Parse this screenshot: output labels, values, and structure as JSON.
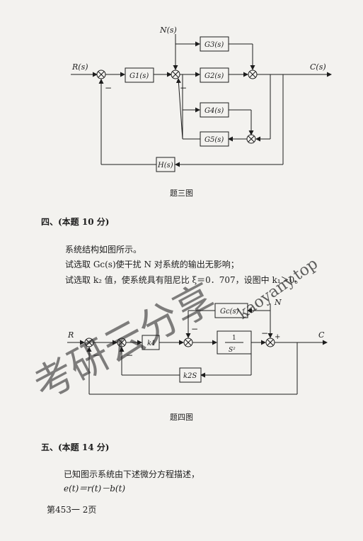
{
  "fig3": {
    "input": "R(s)",
    "output": "C(s)",
    "disturbance": "N(s)",
    "blocks": {
      "g1": "G1(s)",
      "g2": "G2(s)",
      "g3": "G3(s)",
      "g4": "G4(s)",
      "g5": "G5(s)",
      "h": "H(s)"
    },
    "minus": "−",
    "caption": "题三图"
  },
  "section4": {
    "heading": "四、(本题 10 分)",
    "line1": "系统结构如图所示。",
    "line2": "试选取 Gc(s)使干扰 N 对系统的输出无影响；",
    "line3": "试选取 k₂ 值，使系统具有阻尼比 ξ＝0．707，设图中 k₁＞0。"
  },
  "fig4": {
    "input": "R",
    "output": "C",
    "disturbance": "N",
    "blocks": {
      "gc": "Gc(s)",
      "k1": "k1",
      "plant_num": "1",
      "plant_den": "S²",
      "k2s": "k2S"
    },
    "minus": "−",
    "plus": "+",
    "caption": "题四图"
  },
  "section5": {
    "heading": "五、(本题 14 分)",
    "line1": "已知图示系统由下述微分方程描述，",
    "equation": "e(t)＝r(t)－b(t)"
  },
  "footer": {
    "page_label": "第453一 2页"
  },
  "watermark": {
    "chinese": "考研云分享",
    "url": "kaoyany.top",
    "color": "#7fb0e8"
  }
}
